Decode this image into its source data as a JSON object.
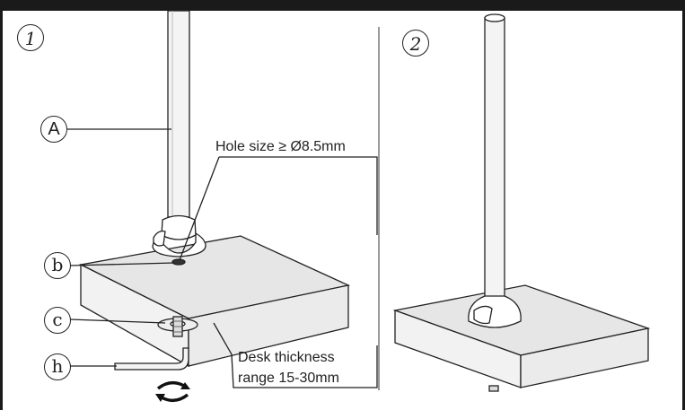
{
  "steps": {
    "step1": "1",
    "step2": "2"
  },
  "parts": {
    "a": "A",
    "b": "b",
    "c": "c",
    "h": "h"
  },
  "annotations": {
    "hole_size": "Hole size ≥ Ø8.5mm",
    "desk_thickness_line1": "Desk thickness",
    "desk_thickness_line2": "range 15-30mm"
  },
  "icons": {
    "rotate": "rotate-arrows-icon"
  },
  "colors": {
    "frame": "#1a1a1a",
    "desk_top": "#e6e6e6",
    "desk_side": "#f2f2f2",
    "pole": "#f4f4f4"
  }
}
